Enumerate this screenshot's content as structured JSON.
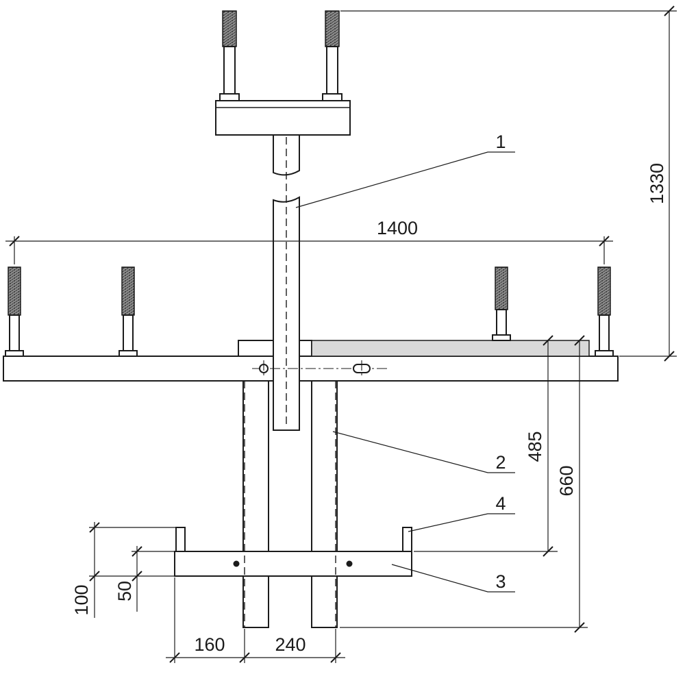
{
  "drawing": {
    "part_labels": {
      "p1": "1",
      "p2": "2",
      "p3": "3",
      "p4": "4"
    },
    "dimensions": {
      "d1400": "1400",
      "d1330": "1330",
      "d485": "485",
      "d660": "660",
      "d100": "100",
      "d50": "50",
      "d160": "160",
      "d240": "240"
    },
    "colors": {
      "line": "#1b1b1b",
      "plate_fill": "#d9d9d9",
      "background": "#ffffff"
    }
  }
}
